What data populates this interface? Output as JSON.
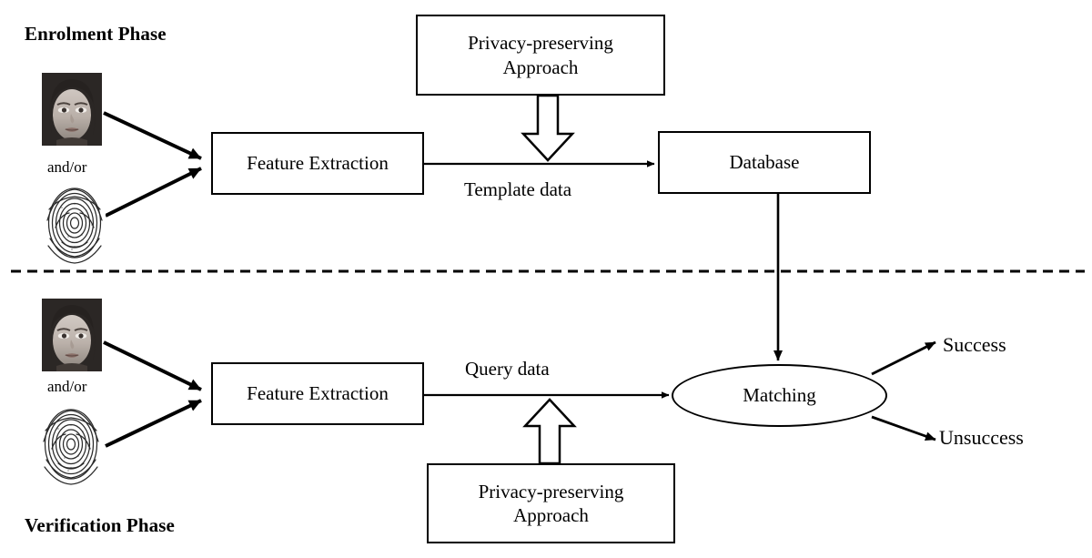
{
  "diagram": {
    "title_enrolment": "Enrolment Phase",
    "title_verification": "Verification Phase",
    "and_or_top": "and/or",
    "and_or_bottom": "and/or",
    "feature_extraction_top": "Feature Extraction",
    "feature_extraction_bottom": "Feature Extraction",
    "privacy_top_line1": "Privacy-preserving",
    "privacy_top_line2": "Approach",
    "privacy_bottom_line1": "Privacy-preserving",
    "privacy_bottom_line2": "Approach",
    "database": "Database",
    "matching": "Matching",
    "template_data": "Template data",
    "query_data": "Query data",
    "success": "Success",
    "unsuccess": "Unsuccess",
    "colors": {
      "stroke": "#000000",
      "background": "#ffffff",
      "text": "#000000"
    }
  }
}
